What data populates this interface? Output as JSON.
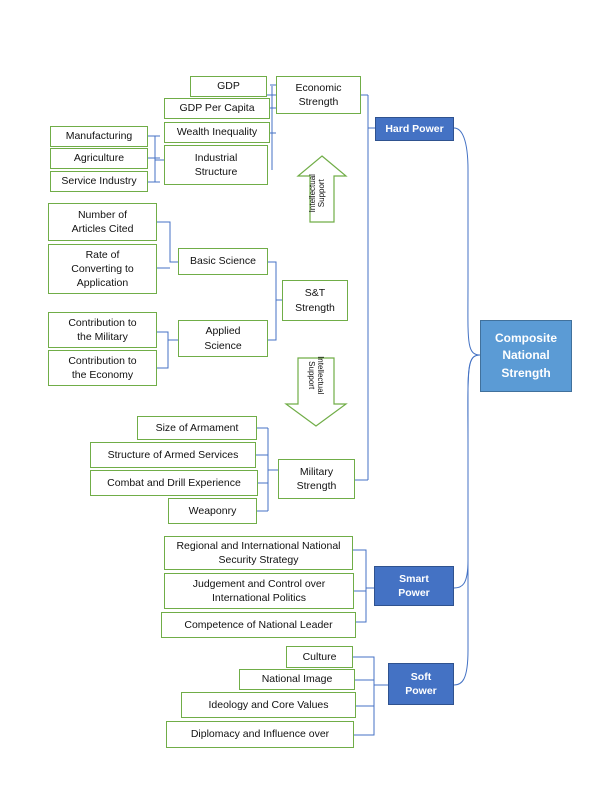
{
  "nodes": {
    "composite": "Composite\nNational\nStrength",
    "hard_power": "Hard Power",
    "smart_power": "Smart\nPower",
    "soft_power": "Soft\nPower",
    "economic_strength": "Economic\nStrength",
    "gdp": "GDP",
    "gdp_per_capita": "GDP Per Capita",
    "wealth_inequality": "Wealth Inequality",
    "industrial_structure": "Industrial\nStructure",
    "manufacturing": "Manufacturing",
    "agriculture": "Agriculture",
    "service_industry": "Service Industry",
    "articles_cited": "Number of\nArticles Cited",
    "rate_converting": "Rate of\nConverting to\nApplication",
    "basic_science": "Basic Science",
    "st_strength": "S&T\nStrength",
    "contribution_military": "Contribution to\nthe Military",
    "contribution_economy": "Contribution to\nthe Economy",
    "applied_science": "Applied\nScience",
    "size_armament": "Size of Armament",
    "structure_armed": "Structure of Armed Services",
    "combat_drill": "Combat and Drill Experience",
    "weaponry": "Weaponry",
    "military_strength": "Military\nStrength",
    "regional_security": "Regional and International National\nSecurity Strategy",
    "judgement_control": "Judgement and Control over\nInternational Politics",
    "competence_leader": "Competence of National Leader",
    "culture": "Culture",
    "national_image": "National Image",
    "ideology": "Ideology and Core Values",
    "diplomacy": "Diplomacy and Influence over"
  },
  "arrows": {
    "up_label": "Intellectual\nSupport",
    "down_label": "Intellectual\nSupport"
  },
  "colors": {
    "green_border": "#70ad47",
    "dark_blue": "#4472c4",
    "light_blue": "#5b9bd5",
    "connector": "#4472c4"
  }
}
